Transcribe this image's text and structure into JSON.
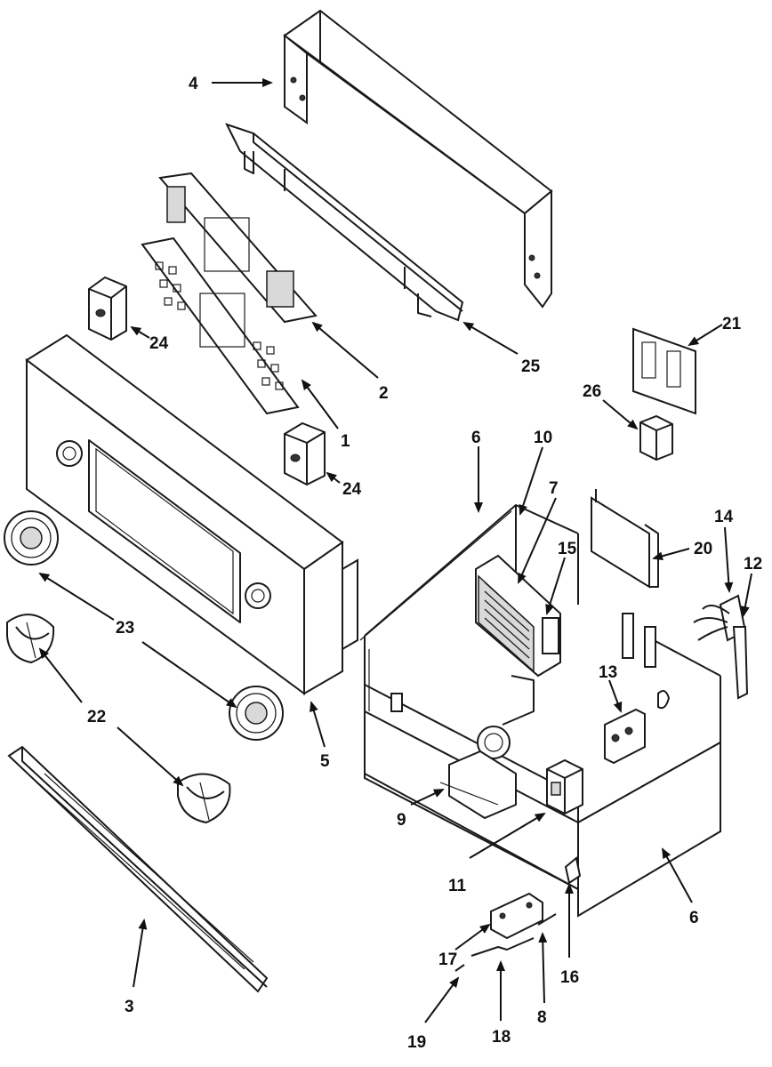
{
  "colors": {
    "line": "#1a1a1a",
    "background": "#ffffff",
    "shade": "#d9d9d9"
  },
  "parts": [
    {
      "id": "part-4",
      "label": "4"
    },
    {
      "id": "part-25",
      "label": "25"
    },
    {
      "id": "part-2",
      "label": "2"
    },
    {
      "id": "part-1",
      "label": "1"
    },
    {
      "id": "part-24a",
      "label": "24"
    },
    {
      "id": "part-24b",
      "label": "24"
    },
    {
      "id": "part-21",
      "label": "21"
    },
    {
      "id": "part-26",
      "label": "26"
    },
    {
      "id": "part-6a",
      "label": "6"
    },
    {
      "id": "part-10",
      "label": "10"
    },
    {
      "id": "part-7",
      "label": "7"
    },
    {
      "id": "part-15",
      "label": "15"
    },
    {
      "id": "part-20",
      "label": "20"
    },
    {
      "id": "part-14",
      "label": "14"
    },
    {
      "id": "part-12",
      "label": "12"
    },
    {
      "id": "part-23",
      "label": "23"
    },
    {
      "id": "part-13",
      "label": "13"
    },
    {
      "id": "part-5",
      "label": "5"
    },
    {
      "id": "part-22",
      "label": "22"
    },
    {
      "id": "part-9",
      "label": "9"
    },
    {
      "id": "part-11",
      "label": "11"
    },
    {
      "id": "part-6b",
      "label": "6"
    },
    {
      "id": "part-17",
      "label": "17"
    },
    {
      "id": "part-16",
      "label": "16"
    },
    {
      "id": "part-3",
      "label": "3"
    },
    {
      "id": "part-19",
      "label": "19"
    },
    {
      "id": "part-18",
      "label": "18"
    },
    {
      "id": "part-8",
      "label": "8"
    }
  ]
}
